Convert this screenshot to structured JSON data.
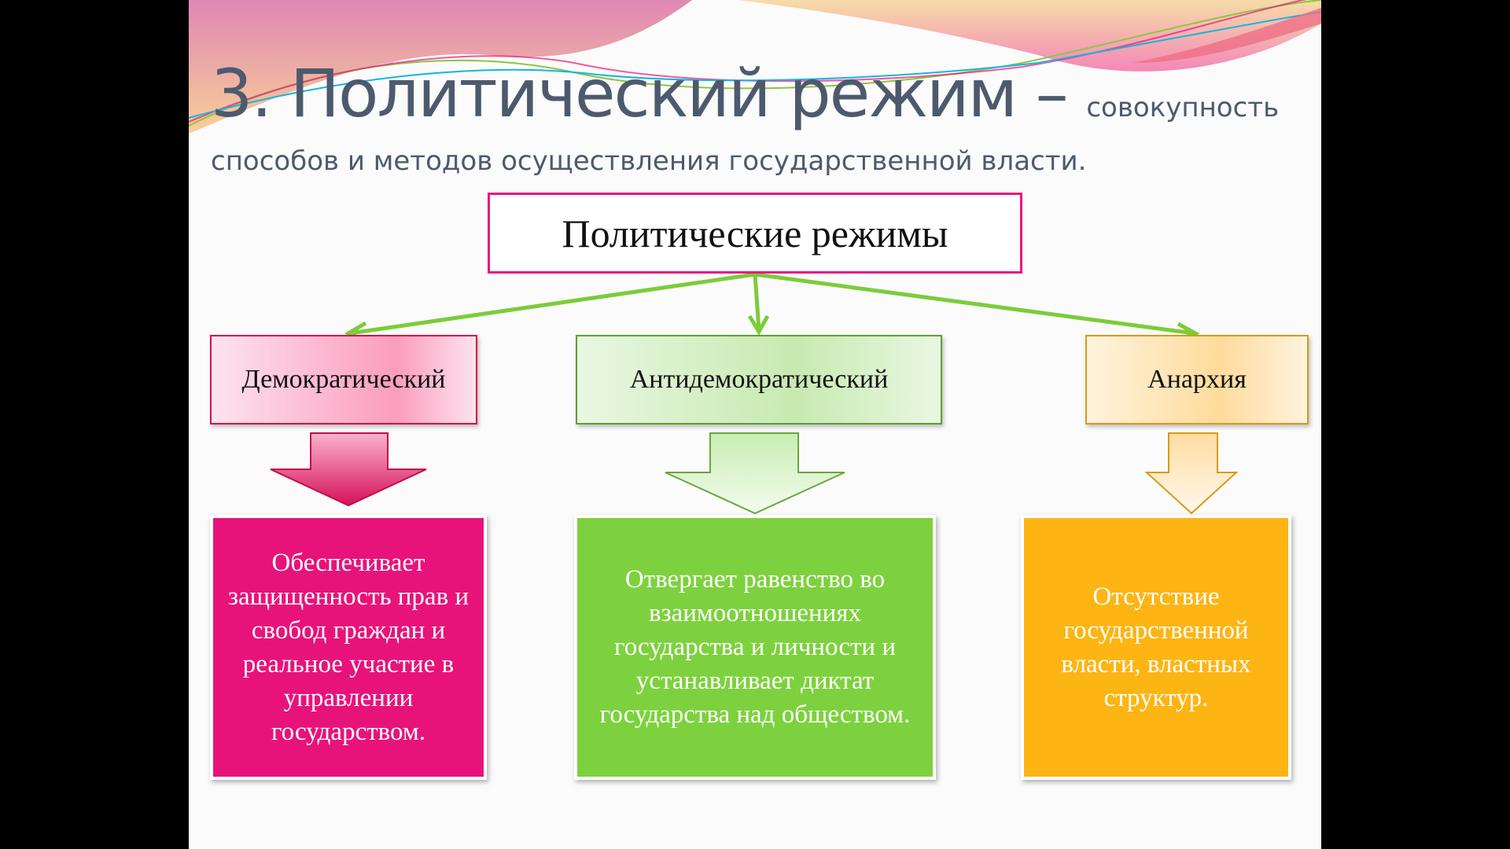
{
  "title": {
    "main": "3. Политический режим –",
    "tail": "совокупность",
    "line2": "способов и методов осуществления государственной власти."
  },
  "diagram": {
    "root": "Политические режимы",
    "branches": [
      {
        "label": "Демократический",
        "description": "Обеспечивает защищенность прав и свобод граждан и реальное участие в управлении государством.",
        "color": "#e8137a"
      },
      {
        "label": "Антидемократический",
        "description": "Отвергает равенство во взаимоотношениях государства и личности и устанавливает диктат государства над обществом.",
        "color": "#7dd13e"
      },
      {
        "label": "Анархия",
        "description": "Отсутствие государственной власти, властных структур.",
        "color": "#fdb514"
      }
    ],
    "connector_color": "#7ccc3a"
  }
}
